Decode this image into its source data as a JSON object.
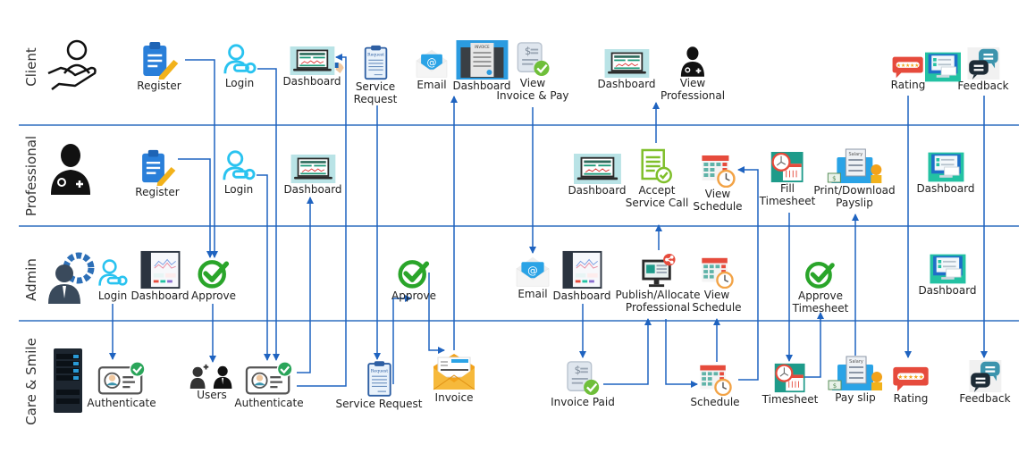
{
  "lanes": [
    {
      "label": "Client"
    },
    {
      "label": "Professional"
    },
    {
      "label": "Admin"
    },
    {
      "label": "Care & Smile"
    }
  ],
  "colors": {
    "lane_line": "#2f6fbf",
    "arrow": "#1f63c0",
    "check_green": "#2aa52a",
    "login_cyan": "#29c3f0",
    "register_blue": "#2a7fd9",
    "rating_red": "#e64b3c"
  },
  "nodes": {
    "client_register": {
      "label": "Register",
      "icon": "register-icon"
    },
    "client_login": {
      "label": "Login",
      "icon": "login-key-icon"
    },
    "client_dashboard": {
      "label": "Dashboard",
      "icon": "laptop-dashboard-icon"
    },
    "client_service_request": {
      "label": "Service\nRequest",
      "icon": "request-clipboard-icon"
    },
    "client_email": {
      "label": "Email",
      "icon": "email-icon"
    },
    "client_dashboard2": {
      "label": "Dashboard",
      "icon": "invoice-dashboard-icon"
    },
    "client_view_invoice": {
      "label": "View\nInvoice & Pay",
      "icon": "invoice-check-icon"
    },
    "client_dashboard3": {
      "label": "Dashboard",
      "icon": "laptop-dashboard-icon"
    },
    "client_view_professional": {
      "label": "View\nProfessional",
      "icon": "doctor-icon"
    },
    "client_rating": {
      "label": "Rating",
      "icon": "rating-icon"
    },
    "client_feedback": {
      "label": "Feedback",
      "icon": "feedback-icon"
    },
    "pro_register": {
      "label": "Register",
      "icon": "register-icon"
    },
    "pro_login": {
      "label": "Login",
      "icon": "login-key-icon"
    },
    "pro_dashboard": {
      "label": "Dashboard",
      "icon": "laptop-dashboard-icon"
    },
    "pro_dashboard2": {
      "label": "Dashboard",
      "icon": "laptop-dashboard-icon"
    },
    "pro_accept": {
      "label": "Accept\nService Call",
      "icon": "accept-document-icon"
    },
    "pro_view_schedule": {
      "label": "View\nSchedule",
      "icon": "calendar-clock-icon"
    },
    "pro_fill_timesheet": {
      "label": "Fill\nTimesheet",
      "icon": "timesheet-icon"
    },
    "pro_payslip": {
      "label": "Print/Download\nPayslip",
      "icon": "salary-icon"
    },
    "pro_dashboard3": {
      "label": "Dashboard",
      "icon": "monitor-dashboard-icon"
    },
    "admin_login": {
      "label": "Login",
      "icon": "login-key-icon"
    },
    "admin_dashboard": {
      "label": "Dashboard",
      "icon": "admin-dashboard-icon"
    },
    "admin_approve": {
      "label": "Approve",
      "icon": "check-circle-icon"
    },
    "admin_approve2": {
      "label": "Approve",
      "icon": "check-circle-icon"
    },
    "admin_email": {
      "label": "Email",
      "icon": "email-icon"
    },
    "admin_dashboard2": {
      "label": "Dashboard",
      "icon": "admin-dashboard-icon"
    },
    "admin_publish": {
      "label": "Publish/Allocate\nProfessional",
      "icon": "publish-monitor-icon"
    },
    "admin_view_schedule": {
      "label": "View\nSchedule",
      "icon": "calendar-clock-icon"
    },
    "admin_approve_timesheet": {
      "label": "Approve\nTimesheet",
      "icon": "check-circle-icon"
    },
    "admin_dashboard3": {
      "label": "Dashboard",
      "icon": "monitor-dashboard-icon"
    },
    "sys_authenticate": {
      "label": "Authenticate",
      "icon": "id-card-check-icon"
    },
    "sys_users": {
      "label": "Users",
      "icon": "users-icon"
    },
    "sys_authenticate2": {
      "label": "Authenticate",
      "icon": "id-card-check-icon"
    },
    "sys_service_request": {
      "label": "Service Request",
      "icon": "request-clipboard-icon"
    },
    "sys_invoice": {
      "label": "Invoice",
      "icon": "invoice-envelope-icon"
    },
    "sys_invoice_paid": {
      "label": "Invoice Paid",
      "icon": "invoice-check-icon"
    },
    "sys_schedule": {
      "label": "Schedule",
      "icon": "calendar-clock-icon"
    },
    "sys_timesheet": {
      "label": "Timesheet",
      "icon": "timesheet-icon"
    },
    "sys_payslip": {
      "label": "Pay slip",
      "icon": "salary-icon"
    },
    "sys_rating": {
      "label": "Rating",
      "icon": "rating-icon"
    },
    "sys_feedback": {
      "label": "Feedback",
      "icon": "feedback-icon"
    }
  },
  "connections": [
    {
      "from": "client_register",
      "to": "admin_approve"
    },
    {
      "from": "client_login",
      "to": "sys_authenticate2"
    },
    {
      "from": "sys_authenticate2",
      "to": "client_dashboard"
    },
    {
      "from": "pro_register",
      "to": "admin_approve"
    },
    {
      "from": "pro_login",
      "to": "sys_authenticate2"
    },
    {
      "from": "sys_authenticate2",
      "to": "pro_dashboard"
    },
    {
      "from": "admin_login",
      "to": "sys_authenticate"
    },
    {
      "from": "admin_approve",
      "to": "sys_users"
    },
    {
      "from": "client_service_request",
      "to": "sys_service_request"
    },
    {
      "from": "sys_service_request",
      "to": "admin_approve2"
    },
    {
      "from": "admin_approve2",
      "to": "sys_invoice"
    },
    {
      "from": "sys_invoice",
      "to": "client_dashboard2"
    },
    {
      "from": "client_view_invoice",
      "to": "admin_email"
    },
    {
      "from": "admin_dashboard2",
      "to": "sys_invoice_paid"
    },
    {
      "from": "sys_invoice_paid",
      "to": "admin_publish"
    },
    {
      "from": "admin_publish",
      "to": "pro_accept"
    },
    {
      "from": "pro_accept",
      "to": "client_view_professional"
    },
    {
      "from": "admin_publish",
      "to": "sys_schedule"
    },
    {
      "from": "sys_schedule",
      "to": "admin_view_schedule"
    },
    {
      "from": "sys_schedule",
      "to": "pro_view_schedule"
    },
    {
      "from": "pro_fill_timesheet",
      "to": "sys_timesheet"
    },
    {
      "from": "sys_timesheet",
      "to": "admin_approve_timesheet"
    },
    {
      "from": "sys_payslip",
      "to": "pro_payslip"
    },
    {
      "from": "client_rating",
      "to": "sys_rating"
    },
    {
      "from": "client_feedback",
      "to": "sys_feedback"
    }
  ]
}
